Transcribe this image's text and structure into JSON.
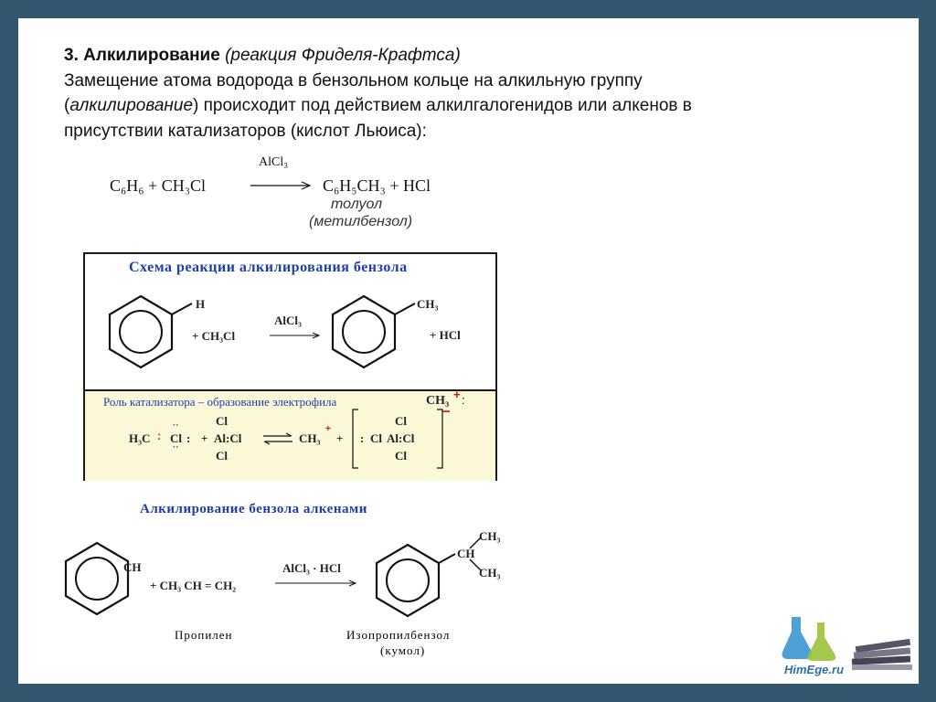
{
  "heading": {
    "title": "3. Алкилирование",
    "subtitle": "(реакция Фриделя-Крафтса)",
    "line1": "Замещение атома водорода в бензольном кольце на алкильную группу",
    "line2_italic": "алкилирование",
    "line2_rest": ") происходит под действием алкилгалогенидов или алкенов в",
    "line3": "присутствии катализаторов (кислот Льюиса):"
  },
  "equation": {
    "catalyst": "AlCl₃",
    "left": "C₆H₆  +  CH₃Cl",
    "right": "C₆H₅CH₃  +  HCl",
    "product_name": "толуол",
    "product_alt": "(метилбензол)"
  },
  "scheme": {
    "title": "Схема реакции алкилирования бензола",
    "sub_h": "H",
    "reagent": "+  CH₃Cl",
    "catalyst": "AlCl₃",
    "product_sub": "CH₃",
    "byproduct": "+  HCl",
    "catalyst_role": "Роль катализатора – образование электрофила",
    "electrophile": "CH₃",
    "mech_left": "H₃C",
    "cl": "Cl",
    "al": "Al",
    "alcl": "Al:Cl",
    "plus": "+",
    "ch3": "CH₃"
  },
  "alkenes": {
    "title": "Алкилирование бензола алкенами",
    "ring_sub": "CH",
    "reagent": "+  CH₃ CH = CH₂",
    "catalyst": "AlCl₃ · HCl",
    "ch": "CH",
    "ch3_top": "CH₃",
    "ch3_bottom": "CH₃",
    "reagent_name": "Пропилен",
    "product_name": "Изопропилбензол",
    "product_alt": "(кумол)"
  },
  "logo": {
    "text": "HimEge.ru"
  }
}
